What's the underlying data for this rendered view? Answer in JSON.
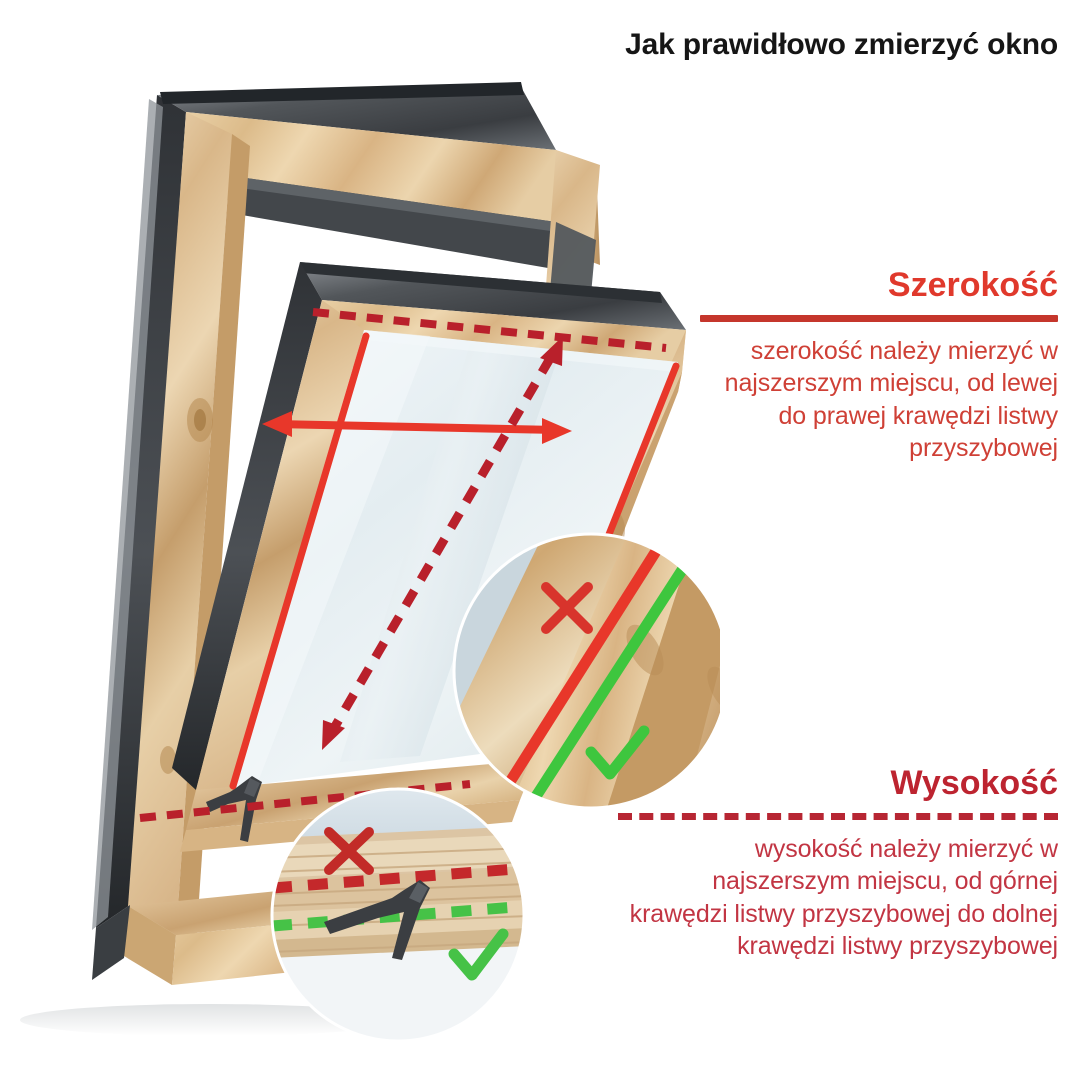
{
  "page": {
    "title": "Jak prawidłowo zmierzyć okno",
    "background": "#ffffff",
    "title_color": "#161616"
  },
  "sections": [
    {
      "id": "width",
      "heading": "Szerokość",
      "heading_color": "#e0392c",
      "rule_style": "solid",
      "rule_color": "#c5362c",
      "body": "szerokość należy mierzyć w najszerszym miejscu, od lewej do prawej krawędzi listwy przyszybowej",
      "body_color": "#cf4036"
    },
    {
      "id": "height",
      "heading": "Wysokość",
      "heading_color": "#bd2430",
      "rule_style": "dashed",
      "rule_color": "#b72633",
      "body": "wysokość należy mierzyć w najszerszym miejscu, od górnej krawędzi listwy przyszybowej do dolnej krawędzi listwy przyszybowej",
      "body_color": "#c23543"
    }
  ],
  "illustration": {
    "subject": "roof-window-tilted-open",
    "width_measure_line": "solid-red-double-arrow",
    "height_measure_line": "dashed-red-double-arrow",
    "colors": {
      "red_line": "#e8372a",
      "dark_red_dash": "#b9202b",
      "green": "#3ec63e",
      "wood_light": "#e8cda3",
      "wood_mid": "#d4ae7c",
      "wood_dark": "#b88c55",
      "metal_dark": "#3d3f42",
      "metal_mid": "#6c6f73",
      "glass": "#e9eff2"
    },
    "insets": [
      {
        "id": "inset-width-detail",
        "bad_marker": "x-mark",
        "good_marker": "check-mark",
        "bad_color": "#d8342c",
        "good_color": "#3ec63e",
        "caption": ""
      },
      {
        "id": "inset-height-detail",
        "bad_marker": "x-mark",
        "good_marker": "check-mark",
        "bad_color": "#c22b28",
        "good_color": "#46c247",
        "caption": ""
      }
    ]
  }
}
